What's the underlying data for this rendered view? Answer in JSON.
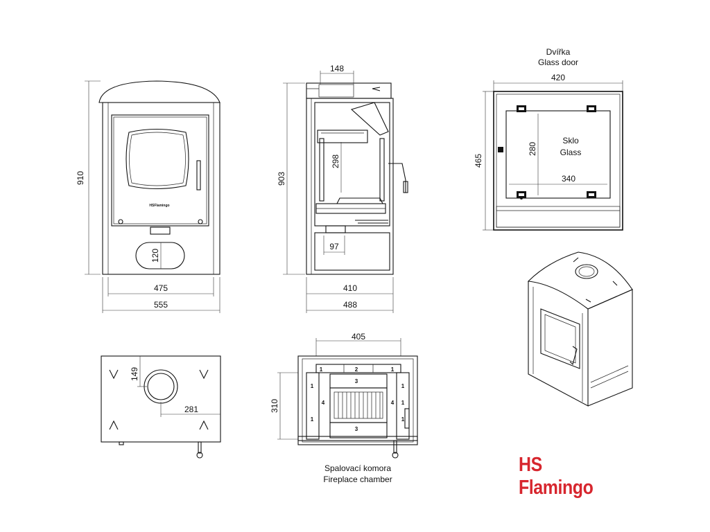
{
  "front_view": {
    "height": "910",
    "inner_width": "475",
    "width": "555",
    "opening_height": "120",
    "plate_text": "HSFlamingo"
  },
  "side_view": {
    "height": "903",
    "top_width": "148",
    "inner_height": "298",
    "pipe_width": "97",
    "inner_depth": "410",
    "depth": "488"
  },
  "door_view": {
    "title_cz": "Dvířka",
    "title_en": "Glass door",
    "width": "420",
    "height": "465",
    "glass_height": "280",
    "glass_width": "340",
    "glass_label_cz": "Sklo",
    "glass_label_en": "Glass"
  },
  "top_view": {
    "flue_offset_y": "149",
    "flue_offset_x": "281"
  },
  "chamber_view": {
    "title_cz": "Spalovací komora",
    "title_en": "Fireplace chamber",
    "width": "405",
    "height": "310",
    "part_labels": [
      "1",
      "2",
      "1",
      "3",
      "1",
      "4",
      "1",
      "1",
      "4",
      "1",
      "3",
      "1"
    ]
  },
  "logo": {
    "text": "HS Flamingo",
    "color": "#d7262e"
  }
}
